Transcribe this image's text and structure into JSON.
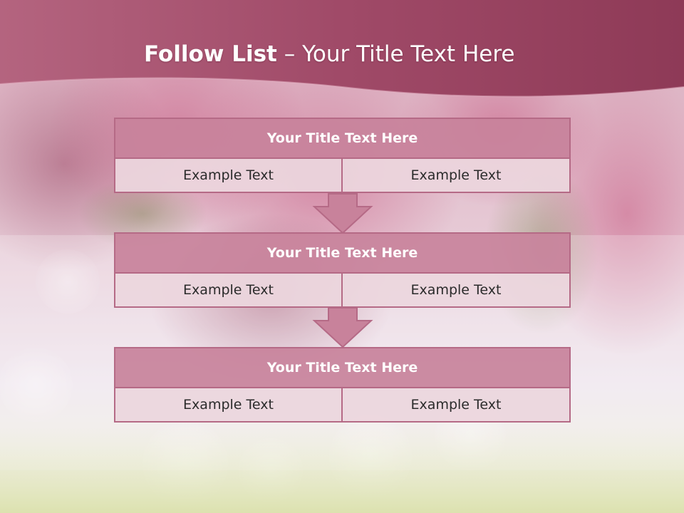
{
  "slide": {
    "title_bold": "Follow List",
    "title_rest": " – Your Title Text Here"
  },
  "blocks": [
    {
      "title": "Your Title Text Here",
      "left": "Example Text",
      "right": "Example Text"
    },
    {
      "title": "Your Title Text Here",
      "left": "Example Text",
      "right": "Example Text"
    },
    {
      "title": "Your Title Text Here",
      "left": "Example Text",
      "right": "Example Text"
    }
  ],
  "colors": {
    "banner": "#9e4664",
    "header_fill": "#c8829b",
    "cell_fill": "#ecd6de",
    "border": "#b56a86",
    "arrow_fill": "#c8829b"
  },
  "icons": {
    "connector": "down-arrow-icon"
  }
}
